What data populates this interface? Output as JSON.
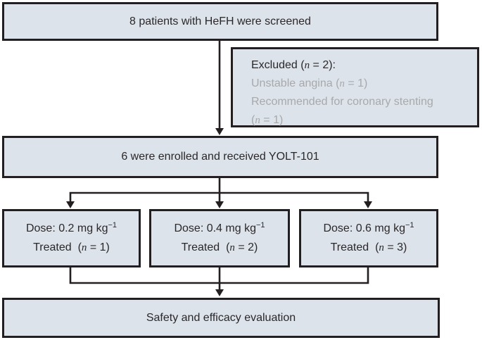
{
  "colors": {
    "box_fill": "#dde3ea",
    "line": "#231f20",
    "text_dark": "#2a282b",
    "text_gray": "#a7a9ac"
  },
  "boxes": {
    "screened": {
      "label": "8 patients with HeFH were screened"
    },
    "excluded": {
      "n_symbol": "n",
      "title_pre": "Excluded (",
      "title_post": " = 2):",
      "reason1_pre": "Unstable angina (",
      "reason1_post": " = 1)",
      "reason2_line1": "Recommended for coronary stenting",
      "reason2_pre": "(",
      "reason2_post": " = 1)"
    },
    "enrolled": {
      "label": "6 were enrolled and received YOLT-101"
    },
    "doses": [
      {
        "dose_pre": "Dose: 0.2 mg kg",
        "dose_sup": "−1",
        "treated_pre": "Treated  (",
        "n_symbol": "n",
        "treated_post": " = 1)"
      },
      {
        "dose_pre": "Dose: 0.4 mg kg",
        "dose_sup": "−1",
        "treated_pre": "Treated  (",
        "n_symbol": "n",
        "treated_post": " = 2)"
      },
      {
        "dose_pre": "Dose: 0.6 mg kg",
        "dose_sup": "−1",
        "treated_pre": "Treated  (",
        "n_symbol": "n",
        "treated_post": " = 3)"
      }
    ],
    "safety": {
      "label": "Safety and efficacy evaluation"
    }
  }
}
